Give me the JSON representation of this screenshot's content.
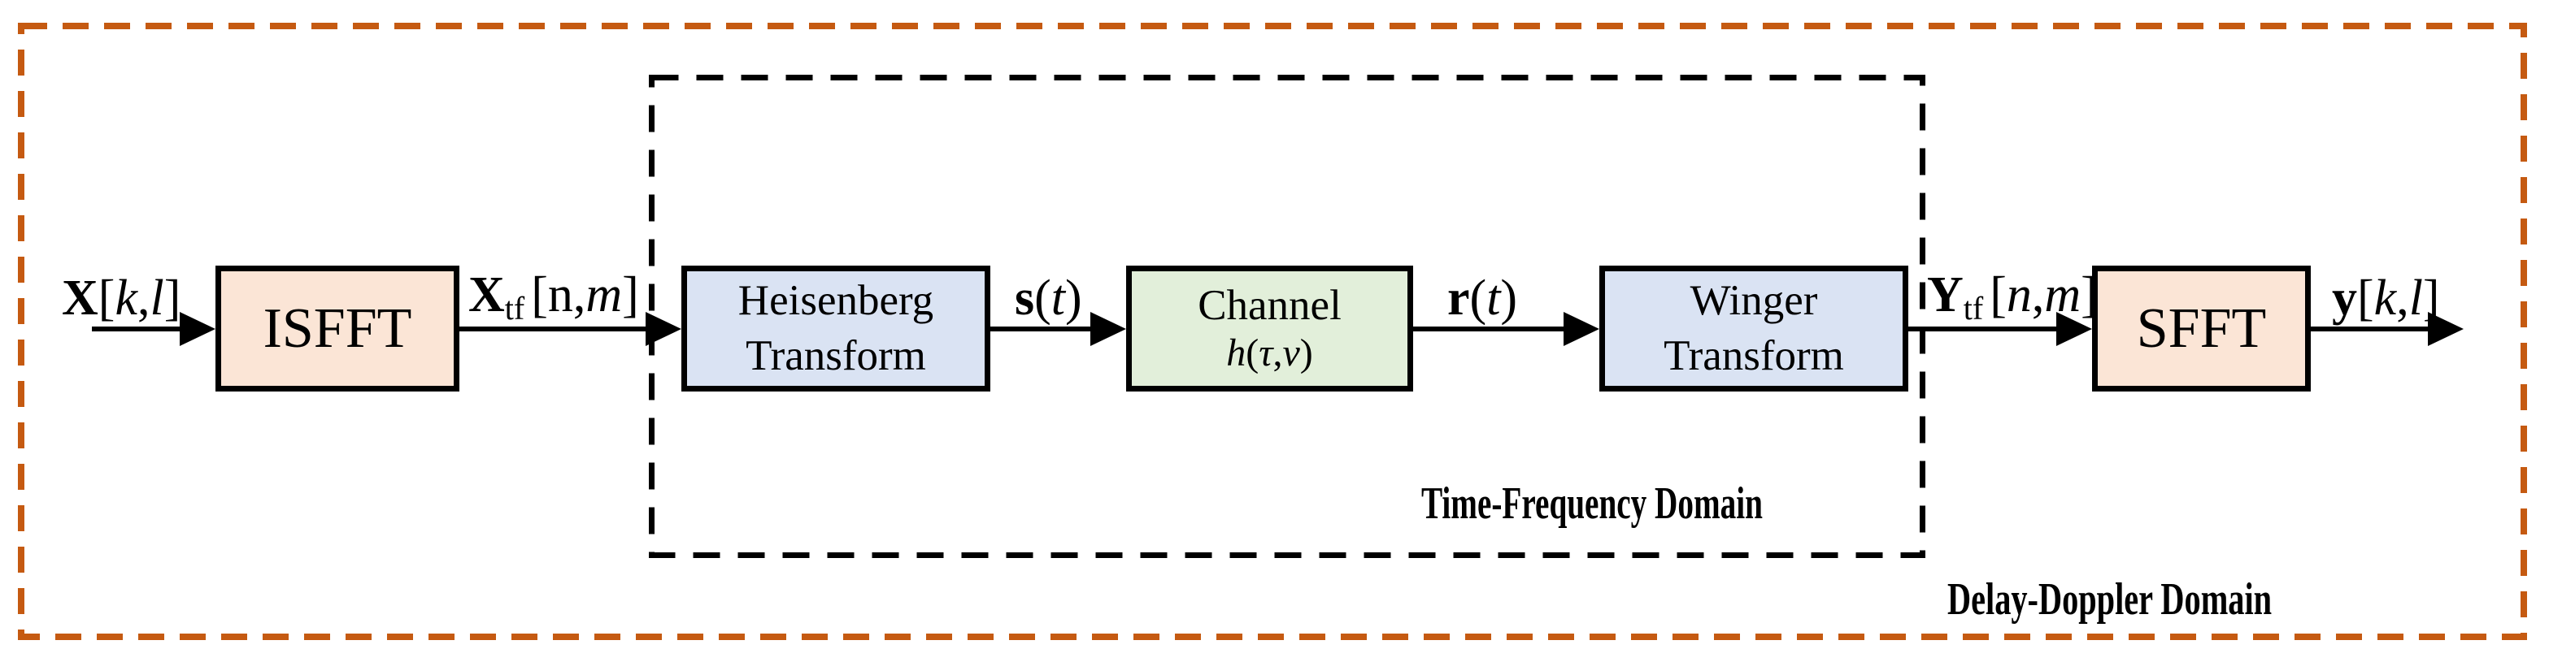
{
  "domains": {
    "outer": {
      "label": "Delay-Doppler Domain"
    },
    "inner": {
      "label": "Time-Frequency Domain"
    }
  },
  "blocks": {
    "isfft": {
      "label": "ISFFT"
    },
    "heisenberg": {
      "line1": "Heisenberg",
      "line2": "Transform"
    },
    "channel": {
      "line1": "Channel",
      "math": {
        "fn": "h",
        "open": "(",
        "arg1": "τ",
        "comma": ",",
        "arg2": "ν",
        "close": ")"
      }
    },
    "winger": {
      "line1": "Winger",
      "line2": "Transform"
    },
    "sfft": {
      "label": "SFFT"
    }
  },
  "signals": {
    "x_kl": {
      "main": "X",
      "open": "[",
      "i1": "k",
      "comma": ",",
      "i2": "l",
      "close": "]"
    },
    "x_tf_nm": {
      "main": "X",
      "sub": "tf",
      "open": "[",
      "i1": "n",
      "comma": ",",
      "i2": "m",
      "close": "]"
    },
    "s_t": {
      "main": "s",
      "open": "(",
      "i1": "t",
      "close": ")"
    },
    "r_t": {
      "main": "r",
      "open": "(",
      "i1": "t",
      "close": ")"
    },
    "y_tf_nm": {
      "main": "Y",
      "sub": "tf",
      "open": "[",
      "i1": "n",
      "comma": ",",
      "i2": "m",
      "close": "]"
    },
    "y_kl": {
      "main": "y",
      "open": "[",
      "i1": "k",
      "comma": ",",
      "i2": "l",
      "close": "]"
    }
  },
  "colors": {
    "outer_border": "#C55A11",
    "inner_border": "#000000",
    "block_border": "#000000",
    "arrow": "#000000",
    "isfft_sfft_fill": "#FBE5D6",
    "transform_fill": "#DAE3F3",
    "channel_fill": "#E2EFDA",
    "background": "#FFFFFF"
  }
}
